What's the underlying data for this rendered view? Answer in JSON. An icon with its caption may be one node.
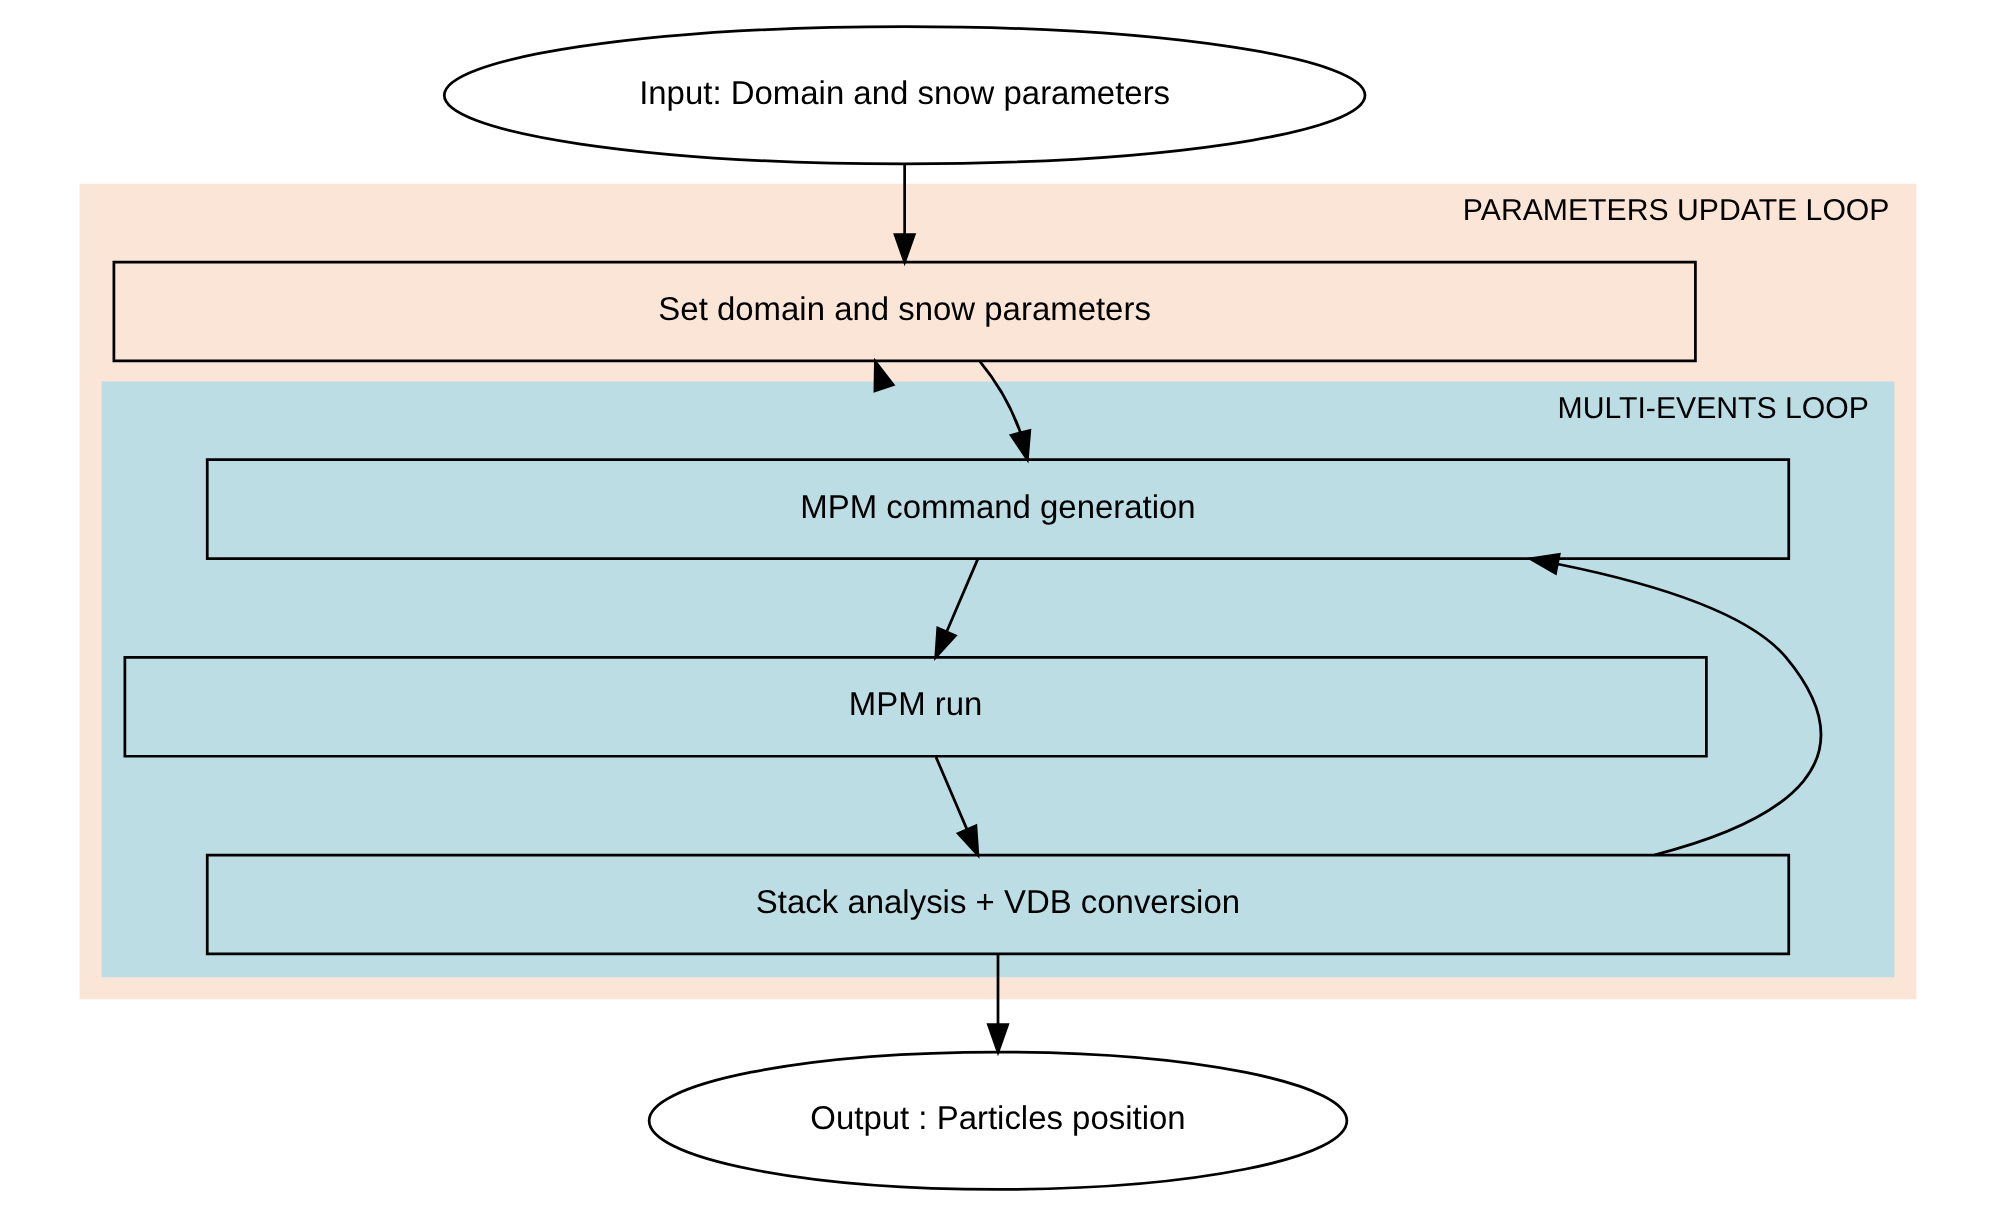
{
  "diagram": {
    "nodes": [
      {
        "text": [
          "Input: Domain and snow parameters"
        ]
      },
      {
        "text": [
          "PARAMETERS UPDATE LOOP"
        ]
      },
      {
        "text": [
          "Set domain and snow parameters"
        ],
        "in": 1
      },
      {
        "text": [
          "MULTI-EVENTS LOOP"
        ],
        "in": 1
      },
      {
        "text": [
          "MPM command generation"
        ],
        "in": 3
      },
      {
        "text": [
          "Stack analysis + VDB conversion"
        ],
        "in": 3
      },
      {
        "text": [
          "MPM run"
        ],
        "in": 3
      },
      {
        "text": [
          "Output : Particles position"
        ]
      }
    ],
    "edges": [
      {
        "from": 0,
        "to": 2,
        "arrow": "to"
      },
      {
        "from": 2,
        "to": 4,
        "arrow": "to"
      },
      {
        "from": 4,
        "to": 6,
        "arrow": "to"
      },
      {
        "from": 6,
        "to": 5,
        "arrow": "to"
      },
      {
        "from": 5,
        "to": 4,
        "arrow": "to"
      },
      {
        "from": 3,
        "to": 2,
        "arrow": "to"
      },
      {
        "from": 5,
        "to": 7,
        "arrow": "to"
      }
    ]
  }
}
